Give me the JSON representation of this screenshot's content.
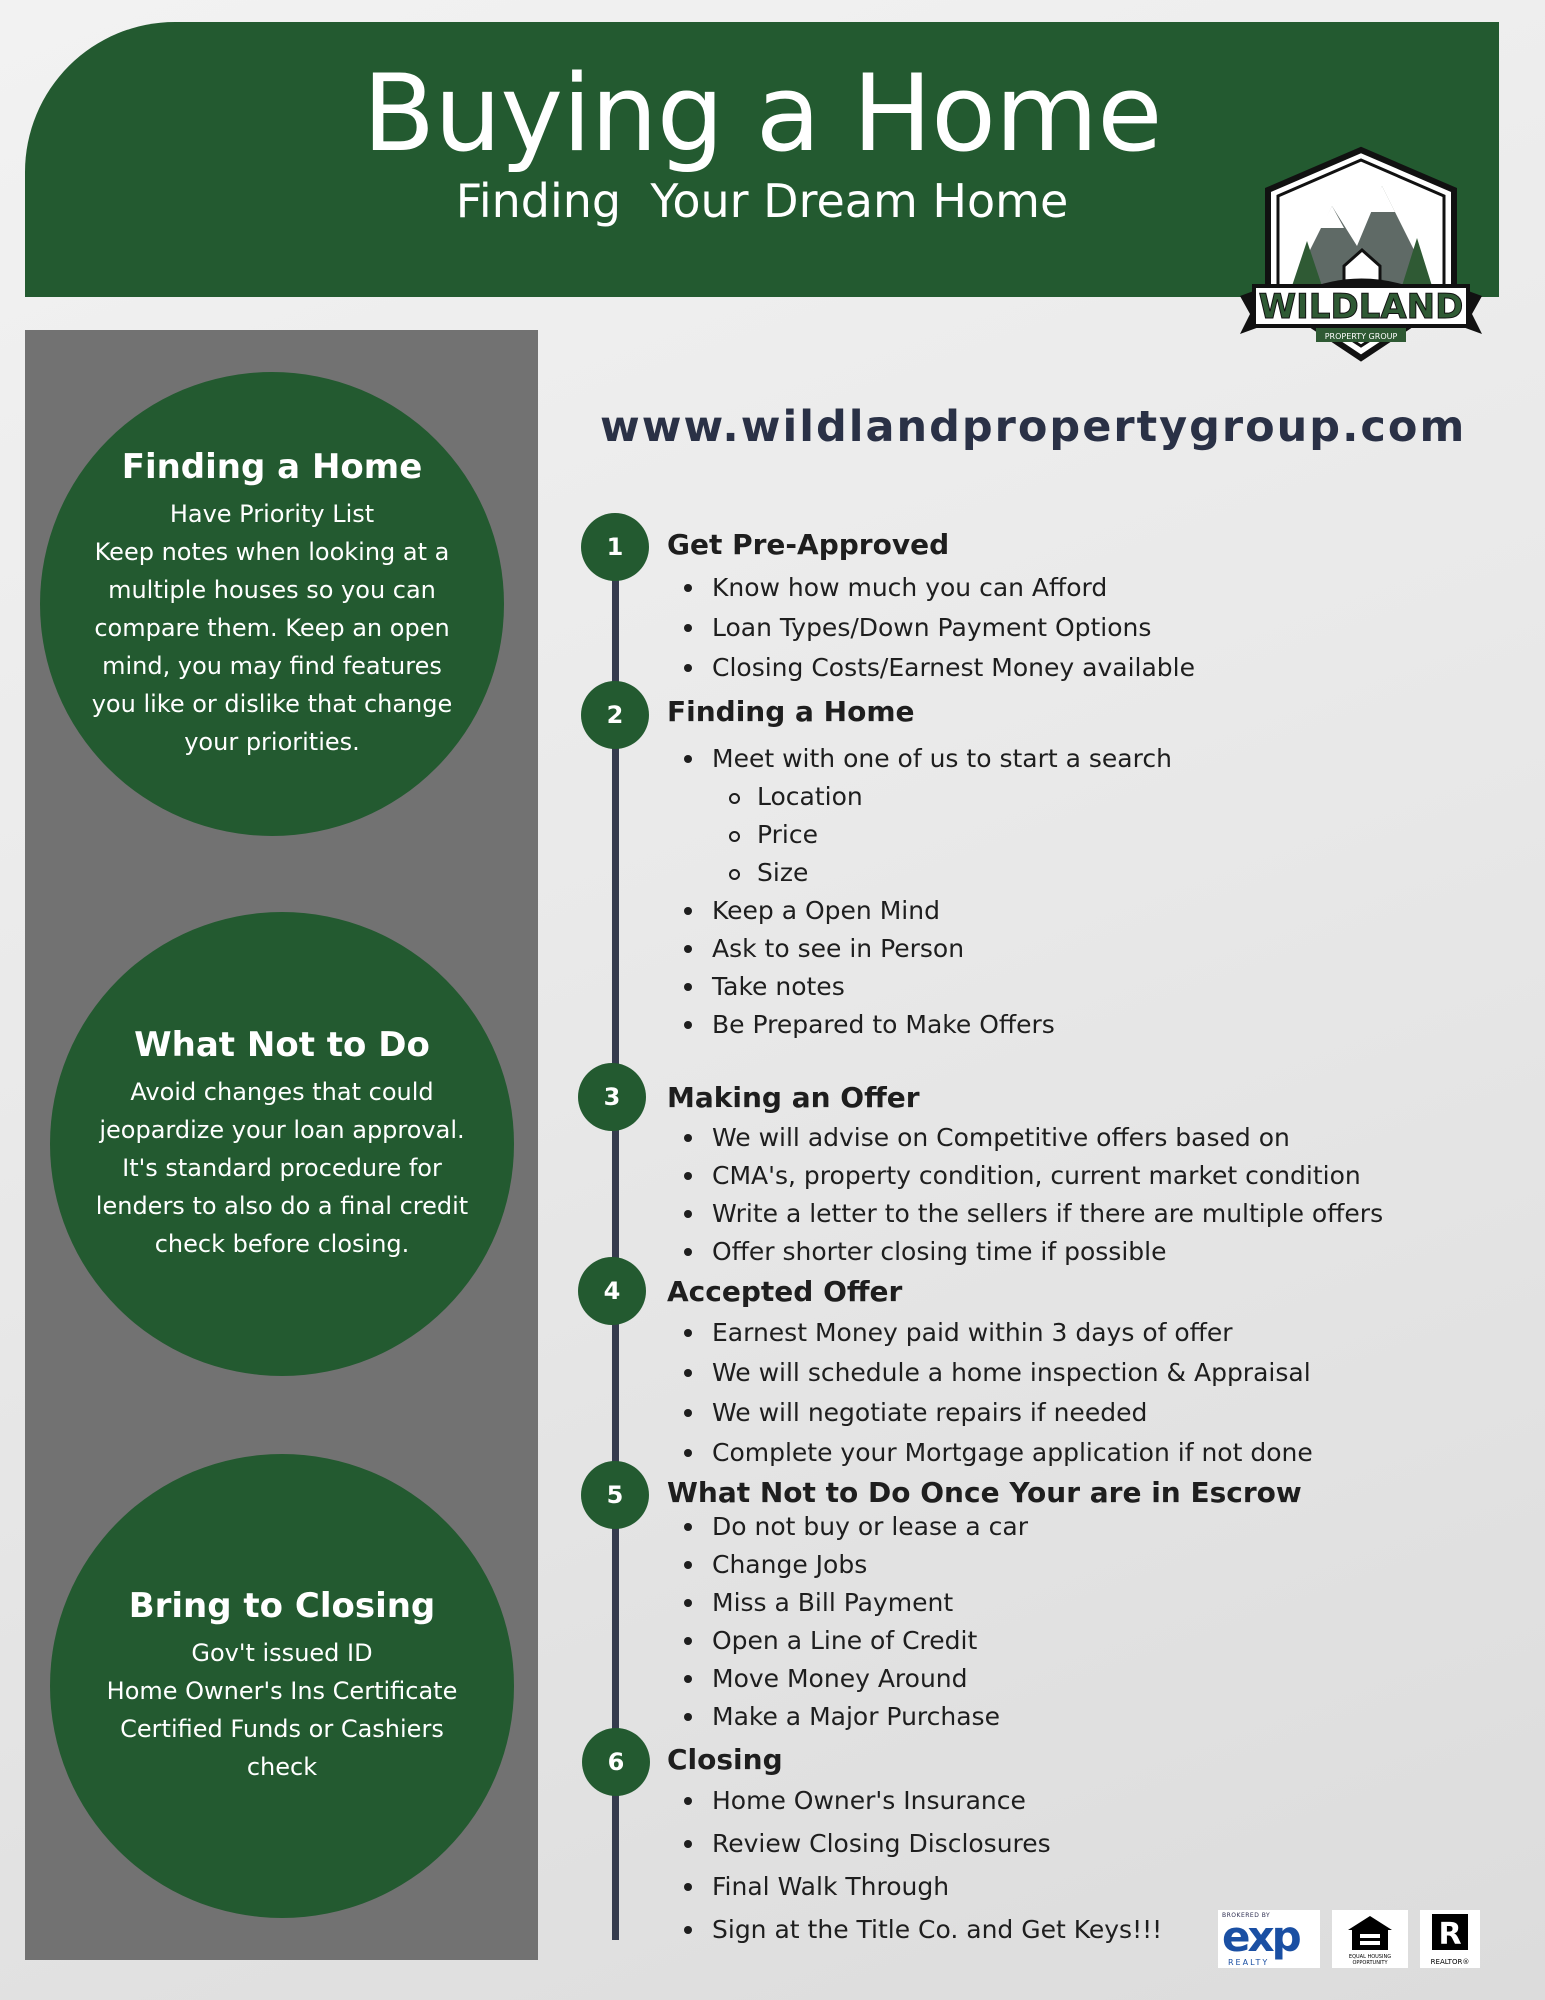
{
  "header": {
    "title": "Buying a Home",
    "subtitle": "Finding  Your Dream Home"
  },
  "logo": {
    "name": "WILDLAND",
    "tagline": "PROPERTY GROUP"
  },
  "website": "www.wildlandpropertygroup.com",
  "sidebar": {
    "circles": [
      {
        "title": "Finding a Home",
        "lines": [
          "Have Priority List",
          "Keep notes when looking at a",
          "multiple houses so you can",
          "compare them. Keep an open",
          "mind, you may find features",
          "you like or dislike that change",
          "your priorities."
        ]
      },
      {
        "title": "What Not to Do",
        "lines": [
          "Avoid changes that could",
          "jeopardize your loan approval.",
          "It's standard procedure for",
          "lenders to also do a final credit",
          "check before closing."
        ]
      },
      {
        "title": "Bring to Closing",
        "lines": [
          "Gov't issued ID",
          "Home Owner's Ins Certificate",
          "Certified Funds or Cashiers",
          "check"
        ]
      }
    ]
  },
  "steps": [
    {
      "number": "1",
      "title": "Get Pre-Approved",
      "items": [
        "Know how much you can Afford",
        "Loan Types/Down Payment Options",
        "Closing Costs/Earnest Money available"
      ]
    },
    {
      "number": "2",
      "title": "Finding a Home",
      "items": [
        "Meet with one of us to start a search",
        "Location",
        "Price",
        "Size",
        "Keep a Open Mind",
        "Ask to see in Person",
        "Take notes",
        "Be Prepared to Make Offers"
      ]
    },
    {
      "number": "3",
      "title": "Making an Offer",
      "items": [
        "We will advise on Competitive offers based on",
        "CMA's, property condition, current market condition",
        "Write a letter to the sellers if there are multiple offers",
        "Offer shorter closing time if possible"
      ]
    },
    {
      "number": "4",
      "title": "Accepted Offer",
      "items": [
        "Earnest Money paid within 3 days of offer",
        "We will schedule a home inspection & Appraisal",
        "We will negotiate repairs if needed",
        "Complete your Mortgage application if not done"
      ]
    },
    {
      "number": "5",
      "title": "What Not to Do Once Your are in Escrow",
      "items": [
        "Do not buy or lease a car",
        "Change Jobs",
        "Miss a Bill Payment",
        "Open a Line of Credit",
        "Move Money Around",
        "Make a Major Purchase"
      ]
    },
    {
      "number": "6",
      "title": "Closing",
      "items": [
        "Home Owner's Insurance",
        "Review Closing Disclosures",
        "Final Walk Through",
        "Sign at the Title Co. and Get Keys!!!"
      ]
    }
  ],
  "badges": {
    "exp_brokered": "BROKERED BY",
    "exp_logo": "exp",
    "exp_realty": "REALTY",
    "eho_text": "EQUAL HOUSING OPPORTUNITY",
    "realtor_text": "REALTOR®"
  },
  "colors": {
    "green": "#235a30",
    "panel_gray": "#727272",
    "timeline": "#353b4d",
    "url_text": "#2a3146"
  }
}
